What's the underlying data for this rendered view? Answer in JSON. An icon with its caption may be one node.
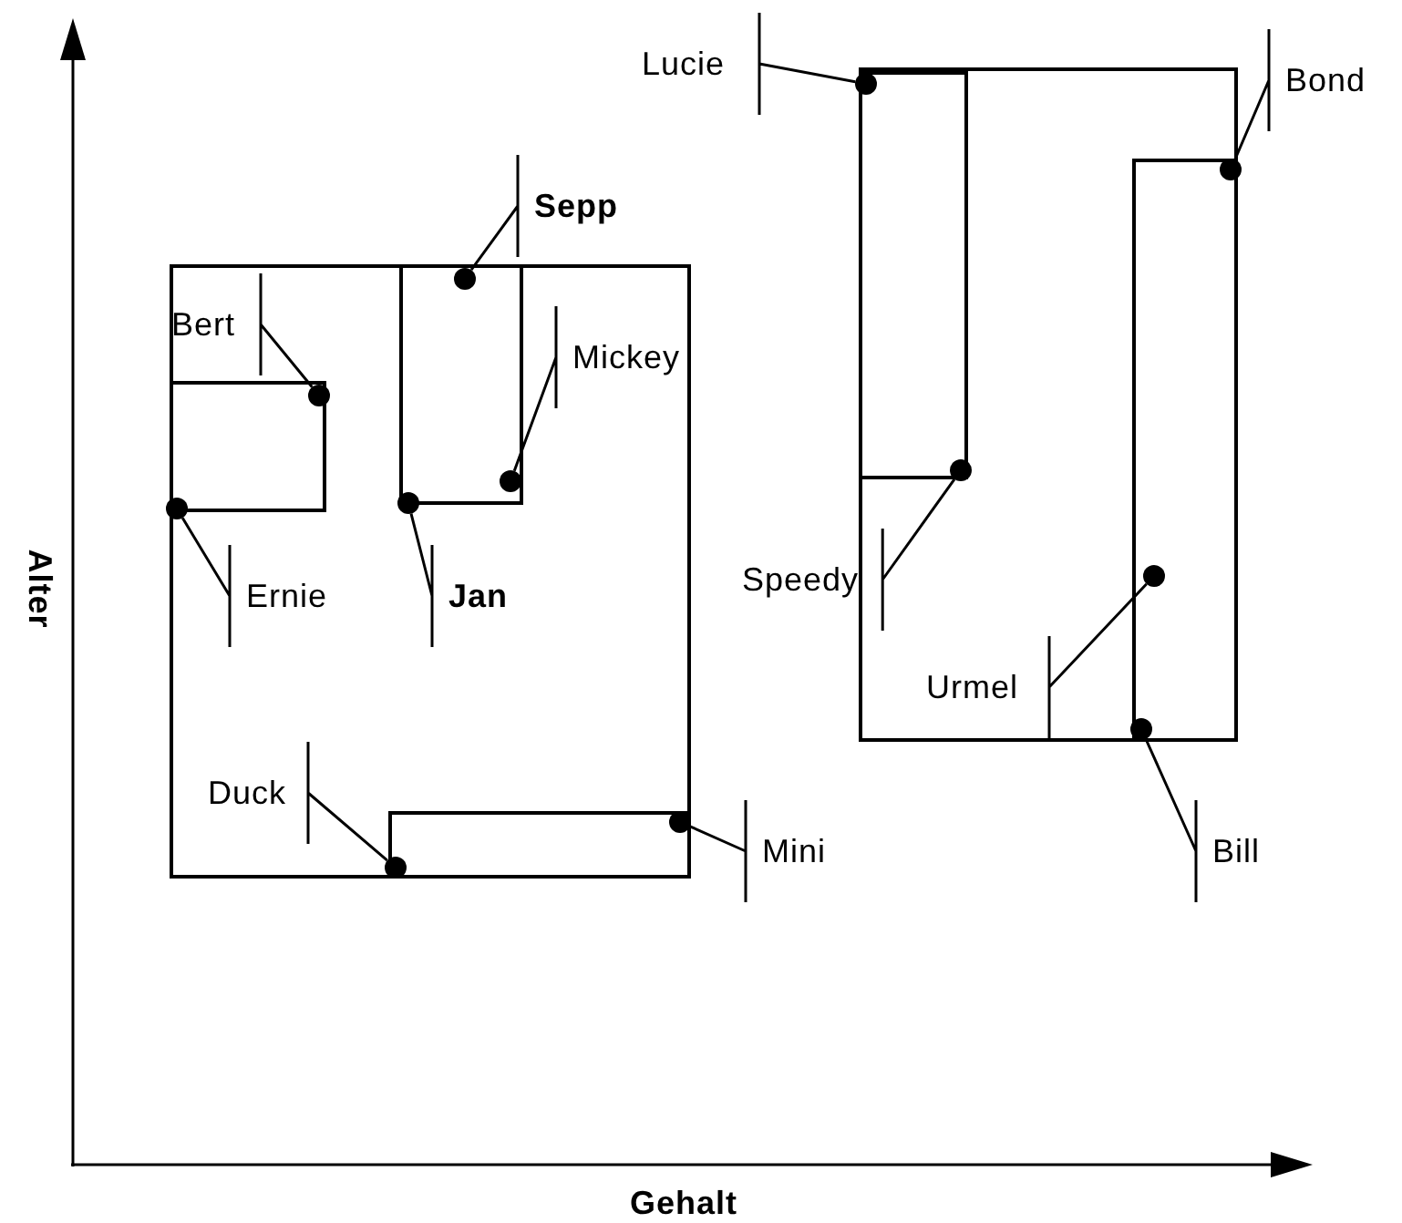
{
  "diagram": {
    "nodes": [
      {
        "text": [],
        "shape": "box"
      },
      {
        "text": [],
        "shape": "box",
        "in": 0
      },
      {
        "text": [],
        "shape": "box",
        "in": 0
      },
      {
        "text": [],
        "shape": "box",
        "in": 0
      },
      {
        "text": [],
        "shape": "box"
      },
      {
        "text": [],
        "shape": "box",
        "in": 4
      },
      {
        "text": [],
        "shape": "box",
        "in": 4
      },
      {
        "text": [],
        "shape": "circle",
        "in": 5
      },
      {
        "text": [],
        "shape": "circle",
        "in": 6
      },
      {
        "text": [],
        "shape": "circle",
        "in": 2
      },
      {
        "text": [],
        "shape": "circle",
        "in": 1
      },
      {
        "text": [],
        "shape": "circle",
        "in": 2
      },
      {
        "text": [],
        "shape": "circle",
        "in": 1
      },
      {
        "text": [],
        "shape": "circle",
        "in": 2
      },
      {
        "text": [],
        "shape": "circle",
        "in": 5
      },
      {
        "text": [],
        "shape": "circle",
        "in": 6
      },
      {
        "text": [],
        "shape": "circle",
        "in": 3
      },
      {
        "text": [],
        "shape": "circle",
        "in": 3
      },
      {
        "text": [],
        "shape": "circle",
        "in": 6
      },
      {
        "text": [
          "Lucie"
        ]
      },
      {
        "text": [
          "Bond"
        ]
      },
      {
        "text": [
          "Sepp"
        ]
      },
      {
        "text": [
          "Bert"
        ],
        "in": 0
      },
      {
        "text": [
          "Mickey"
        ],
        "in": 0
      },
      {
        "text": [
          "Ernie"
        ],
        "in": 0
      },
      {
        "text": [
          "Jan"
        ],
        "in": 0
      },
      {
        "text": [
          "Speedy"
        ]
      },
      {
        "text": [
          "Urmel"
        ],
        "in": 4
      },
      {
        "text": [
          "Duck"
        ],
        "in": 0
      },
      {
        "text": [
          "Mini"
        ]
      },
      {
        "text": [
          "Bill"
        ]
      }
    ],
    "edges": [
      {
        "from": 19,
        "to": 7,
        "arrow": "none"
      },
      {
        "from": 20,
        "to": 8,
        "arrow": "none"
      },
      {
        "from": 21,
        "to": 9,
        "arrow": "none"
      },
      {
        "from": 22,
        "to": 10,
        "arrow": "none"
      },
      {
        "from": 23,
        "to": 11,
        "arrow": "none"
      },
      {
        "from": 24,
        "to": 12,
        "arrow": "none"
      },
      {
        "from": 25,
        "to": 13,
        "arrow": "none"
      },
      {
        "from": 26,
        "to": 14,
        "arrow": "none"
      },
      {
        "from": 27,
        "to": 15,
        "arrow": "none"
      },
      {
        "from": 28,
        "to": 16,
        "arrow": "none"
      },
      {
        "from": 29,
        "to": 17,
        "arrow": "none"
      },
      {
        "from": 30,
        "to": 18,
        "arrow": "none"
      }
    ],
    "labels": [
      "Alter",
      "Gehalt"
    ]
  }
}
